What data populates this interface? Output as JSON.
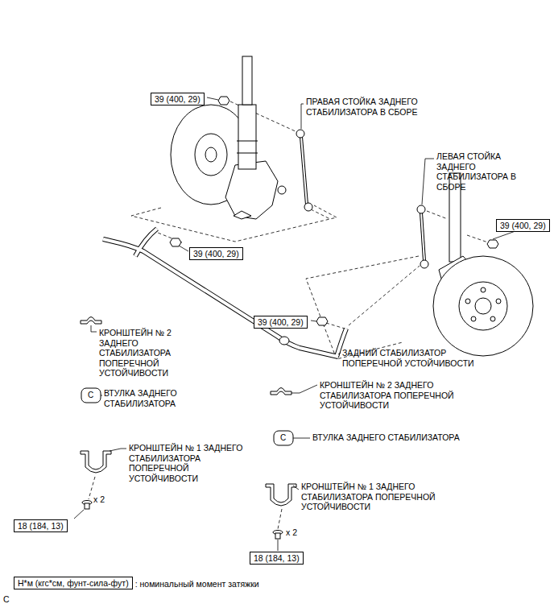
{
  "diagram": {
    "nodes": [
      {
        "text": [
          "39 (400, 29)"
        ]
      },
      {
        "text": [
          "39 (400, 29)"
        ]
      },
      {
        "text": [
          "39 (400, 29)"
        ]
      },
      {
        "text": [
          "39 (400, 29)"
        ]
      },
      {
        "text": [
          "18 (184, 13)"
        ]
      },
      {
        "text": [
          "18 (184, 13)"
        ]
      },
      {
        "text": [
          "Н*м (кгс*см, фунт-сила-фут)"
        ]
      }
    ],
    "labels": [
      "ПРАВАЯ СТОЙКА ЗАДНЕГО СТАБИЛИЗАТОРА В СБОРЕ",
      "ЛЕВАЯ СТОЙКА ЗАДНЕГО СТАБИЛИЗАТОРА В СБОРЕ",
      "КРОНШТЕЙН № 2 ЗАДНЕГО СТАБИЛИЗАТОРА ПОПЕРЕЧНОЙ УСТОЙЧИВОСТИ",
      "ЗАДНИЙ СТАБИЛИЗАТОР ПОПЕРЕЧНОЙ УСТОЙЧИВОСТИ",
      "C",
      "ВТУЛКА ЗАДНЕГО СТАБИЛИЗАТОРА",
      "КРОНШТЕЙН № 2 ЗАДНЕГО СТАБИЛИЗАТОРА ПОПЕРЕЧНОЙ УСТОЙЧИВОСТИ",
      "C",
      "ВТУЛКА ЗАДНЕГО СТАБИЛИЗАТОРА",
      "КРОНШТЕЙН № 1 ЗАДНЕГО СТАБИЛИЗАТОРА ПОПЕРЕЧНОЙ УСТОЙЧИВОСТИ",
      "x 2",
      "КРОНШТЕЙН № 1 ЗАДНЕГО СТАБИЛИЗАТОРА ПОПЕРЕЧНОЙ УСТОЙЧИВОСТИ",
      "x 2",
      ": номинальный момент затяжки",
      "C"
    ]
  }
}
